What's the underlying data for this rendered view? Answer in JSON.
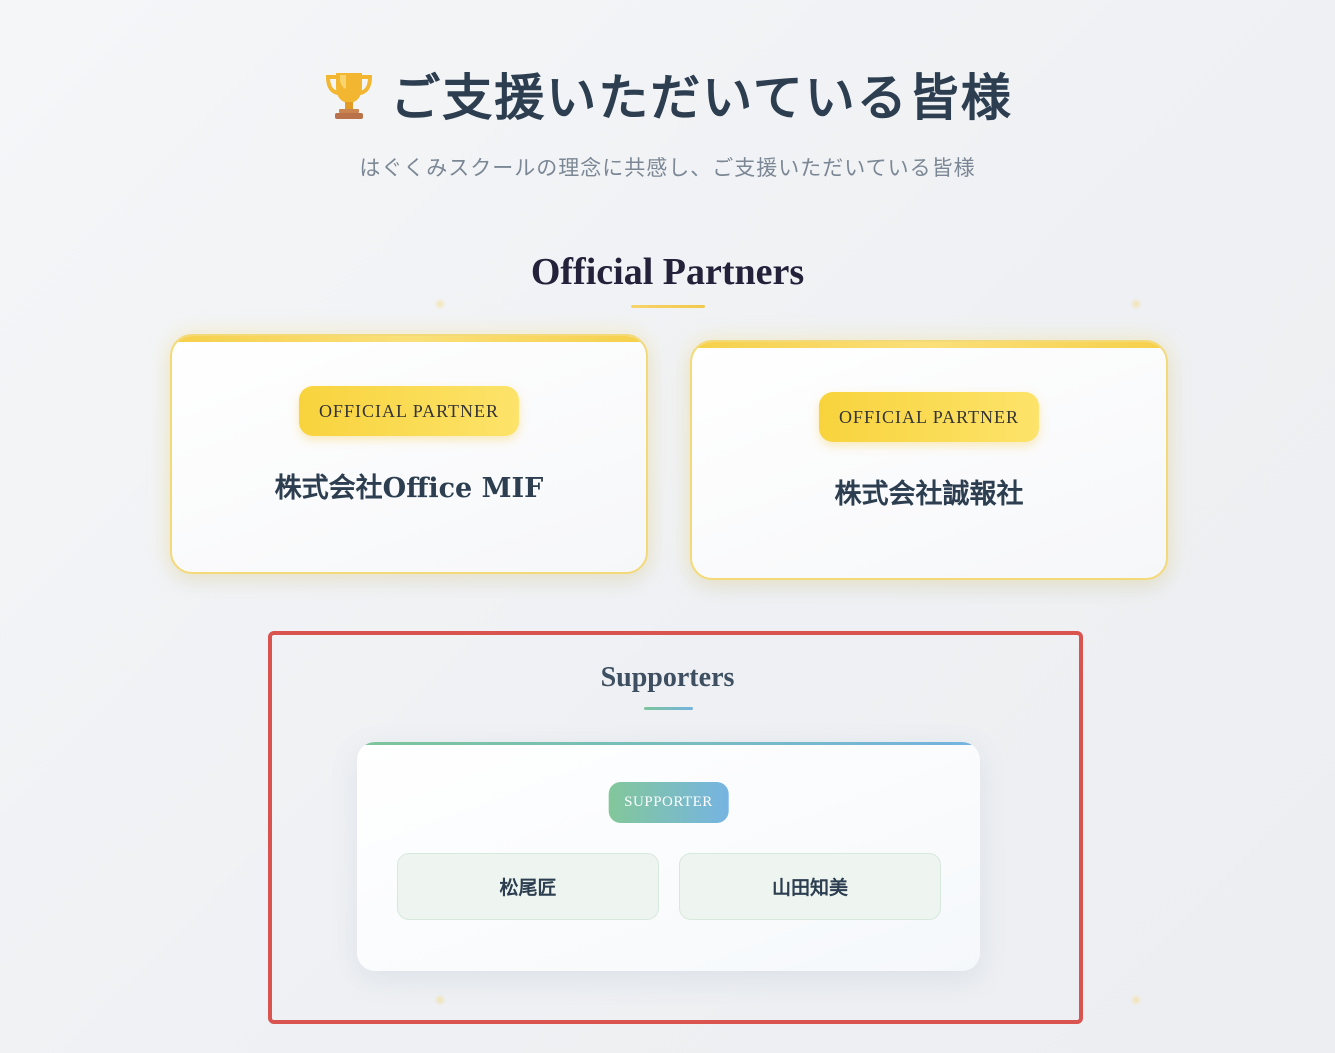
{
  "header": {
    "title": "ご支援いただいている皆様",
    "title_icon": "trophy-icon",
    "subtitle": "はぐくみスクールの理念に共感し、ご支援いただいている皆様"
  },
  "official_partners": {
    "title": "Official Partners",
    "cards": [
      {
        "badge": "OFFICIAL PARTNER",
        "name": "株式会社Office MIF"
      },
      {
        "badge": "OFFICIAL PARTNER",
        "name": "株式会社誠報社"
      }
    ]
  },
  "supporters": {
    "title": "Supporters",
    "badge": "SUPPORTER",
    "names": [
      "松尾匠",
      "山田知美"
    ]
  },
  "colors": {
    "accent_gold": "#f5d04a",
    "accent_green": "#82c79a",
    "accent_blue": "#76b4e2",
    "highlight_red": "#d9534f",
    "text_dark": "#2c3e50"
  }
}
